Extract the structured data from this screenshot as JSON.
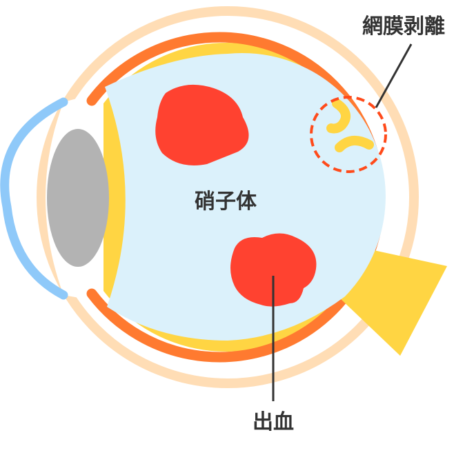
{
  "labels": {
    "retinal_detachment": "網膜剥離",
    "vitreous": "硝子体",
    "hemorrhage": "出血"
  },
  "colors": {
    "sclera": "#FFDDB5",
    "retina": "#FF7A30",
    "choroid": "#FFD543",
    "vitreous": "#DBF1FB",
    "lens": "#B3B3B3",
    "cornea": "#8FC9F9",
    "hemorrhage": "#FF4230",
    "detachment_marker": "#FF4A1A",
    "optic_nerve": "#FFD543"
  }
}
